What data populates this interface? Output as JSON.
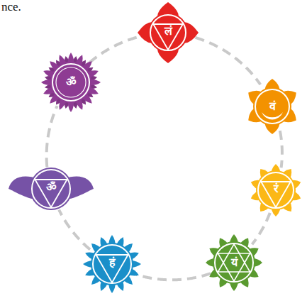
{
  "diagram": {
    "nodes": [
      {
        "text": [
          "लं"
        ]
      },
      {
        "text": [
          "वं"
        ]
      },
      {
        "text": [
          "रं"
        ]
      },
      {
        "text": [
          "यं"
        ]
      },
      {
        "text": [
          "हं"
        ]
      },
      {
        "text": [
          "ॐ"
        ]
      },
      {
        "text": [
          "ॐ"
        ]
      }
    ],
    "edges": [
      {
        "from": 0,
        "to": 1,
        "arrow": "none"
      },
      {
        "from": 1,
        "to": 2,
        "arrow": "none"
      },
      {
        "from": 2,
        "to": 3,
        "arrow": "none"
      },
      {
        "from": 3,
        "to": 4,
        "arrow": "none"
      },
      {
        "from": 4,
        "to": 5,
        "arrow": "none"
      },
      {
        "from": 5,
        "to": 6,
        "arrow": "none"
      },
      {
        "from": 6,
        "to": 0,
        "arrow": "none"
      }
    ],
    "labels": [
      "nce."
    ]
  }
}
